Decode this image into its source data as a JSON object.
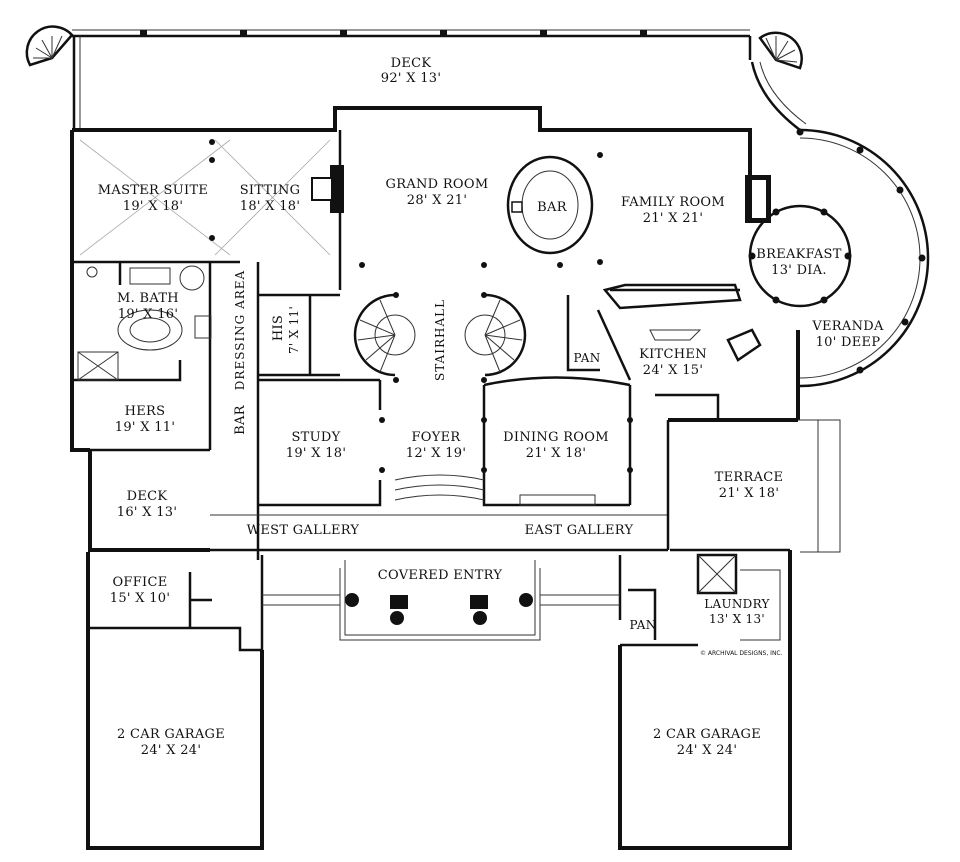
{
  "rooms": {
    "deck_top": {
      "name": "DECK",
      "dims": "92' X 13'"
    },
    "master_suite": {
      "name": "MASTER SUITE",
      "dims": "19' X 18'"
    },
    "sitting": {
      "name": "SITTING",
      "dims": "18' X 18'"
    },
    "grand_room": {
      "name": "GRAND ROOM",
      "dims": "28' X 21'"
    },
    "bar_grand": {
      "name": "BAR"
    },
    "family_room": {
      "name": "FAMILY ROOM",
      "dims": "21' X 21'"
    },
    "breakfast": {
      "name": "BREAKFAST",
      "dims": "13' DIA."
    },
    "veranda": {
      "name": "VERANDA",
      "dims": "10' DEEP"
    },
    "m_bath": {
      "name": "M. BATH",
      "dims": "19' X 16'"
    },
    "dressing_area": {
      "name": "DRESSING AREA"
    },
    "his": {
      "name": "HIS",
      "dims": "7' X 11'"
    },
    "stairhall": {
      "name": "STAIRHALL"
    },
    "pan_kitchen": {
      "name": "PAN"
    },
    "kitchen": {
      "name": "KITCHEN",
      "dims": "24' X 15'"
    },
    "hers": {
      "name": "HERS",
      "dims": "19' X 11'"
    },
    "bar_dressing": {
      "name": "BAR"
    },
    "study": {
      "name": "STUDY",
      "dims": "19' X 18'"
    },
    "foyer": {
      "name": "FOYER",
      "dims": "12' X 19'"
    },
    "dining_room": {
      "name": "DINING ROOM",
      "dims": "21' X 18'"
    },
    "terrace": {
      "name": "TERRACE",
      "dims": "21' X 18'"
    },
    "deck_left": {
      "name": "DECK",
      "dims": "16' X 13'"
    },
    "west_gallery": {
      "name": "WEST GALLERY"
    },
    "east_gallery": {
      "name": "EAST GALLERY"
    },
    "covered_entry": {
      "name": "COVERED ENTRY"
    },
    "office": {
      "name": "OFFICE",
      "dims": "15' X 10'"
    },
    "laundry": {
      "name": "LAUNDRY",
      "dims": "13' X 13'"
    },
    "pan_laundry": {
      "name": "PAN"
    },
    "garage_left": {
      "name": "2 CAR GARAGE",
      "dims": "24' X 24'"
    },
    "garage_right": {
      "name": "2 CAR GARAGE",
      "dims": "24' X 24'"
    }
  },
  "copyright": "© ARCHIVAL DESIGNS, INC."
}
